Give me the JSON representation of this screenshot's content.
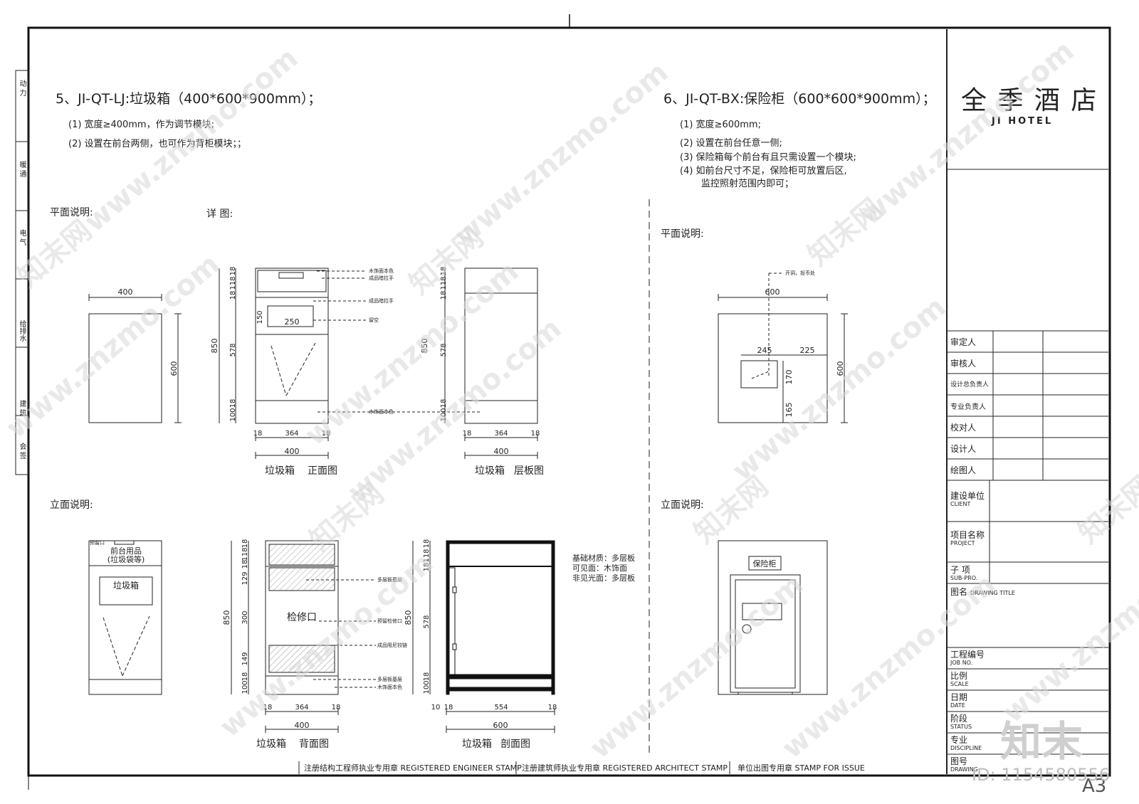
{
  "left_strip": [
    "动 力",
    "暖 通",
    "电 气",
    "给排水",
    "建 筑",
    "会 签"
  ],
  "section5": {
    "title": "5、JI-QT-LJ:垃圾箱（400*600*900mm）；",
    "notes": [
      "(1) 宽度≥400mm，作为调节模块;",
      "(2) 设置在前台两侧，也可作为背柜模块；；"
    ],
    "plan_label": "平面说明:",
    "detail_label": "详 图:",
    "elev_label": "立面说明:"
  },
  "section6": {
    "title": "6、JI-QT-BX:保险柜（600*600*900mm）；",
    "notes": [
      "(1) 宽度≥600mm;",
      "(2) 设置在前台任意一侧;",
      "(3) 保险箱每个前台有且只需设置一个模块;",
      "(4) 如前台尺寸不足，保险柜可放置后区,",
      "监控照射范围内即可；"
    ],
    "plan_label": "平面说明:",
    "elev_label": "立面说明:"
  },
  "drawings": {
    "plan5": {
      "width": "400",
      "depth": "600"
    },
    "front": {
      "caption_a": "垃圾箱",
      "caption_b": "正面图",
      "dims_left": [
        "18",
        "118",
        "18",
        "150",
        "578",
        "18",
        "100"
      ],
      "total": "850",
      "bottom": [
        "18",
        "364",
        "18"
      ],
      "overall": "400",
      "inner": "250",
      "notes": [
        "木饰面本色",
        "成品暗拉手",
        "成品暗拉手",
        "留空",
        "木饰面本色"
      ]
    },
    "shelf": {
      "caption_a": "垃圾箱",
      "caption_b": "层板图",
      "dims_left": [
        "18",
        "118",
        "18",
        "578",
        "18",
        "100"
      ],
      "total": "850",
      "bottom": [
        "18",
        "364",
        "18"
      ],
      "overall": "400"
    },
    "elev5": {
      "tag": "预留口",
      "top_text_1": "前台用品",
      "top_text_2": "(垃圾袋等)",
      "box_text": "垃圾箱"
    },
    "back": {
      "caption_a": "垃圾箱",
      "caption_b": "背面图",
      "dims_left": [
        "18",
        "118",
        "18",
        "129",
        "300",
        "149",
        "18",
        "100"
      ],
      "total": "850",
      "bottom": [
        "18",
        "364",
        "18"
      ],
      "overall": "400",
      "center_text": "检修口",
      "notes": [
        "多层板基层",
        "预留检修口",
        "成品阻尼铰链",
        "多层板基层",
        "木饰面本色"
      ]
    },
    "section": {
      "caption_a": "垃圾箱",
      "caption_b": "剖面图",
      "dims_left": [
        "18",
        "118",
        "18",
        "578",
        "18",
        "100"
      ],
      "total": "850",
      "bottom": [
        "10",
        "18",
        "554",
        "18"
      ],
      "overall": "600"
    },
    "materials": [
      "基础材质：多层板",
      "可见面：木饰面",
      "非见光面：多层板"
    ],
    "plan6": {
      "width": "600",
      "depth": "600",
      "w1": "245",
      "w2": "225",
      "h1": "170",
      "h2": "165",
      "note": "开洞，投币处"
    },
    "elev6": {
      "label": "保险柜"
    }
  },
  "stamps": [
    "注册结构工程师执业专用章 REGISTERED ENGINEER STAMP",
    "注册建筑师执业专用章 REGISTERED ARCHITECT STAMP",
    "单位出图专用章 STAMP FOR ISSUE"
  ],
  "title_block": {
    "brand_cn": "全 季 酒 店",
    "brand_en": "JI HOTEL",
    "signers": [
      "审定人",
      "审核人",
      "设计总负责人",
      "专业负责人",
      "校对人",
      "设计人",
      "绘图人"
    ],
    "fields": [
      {
        "cn": "建设单位",
        "en": "CLIENT"
      },
      {
        "cn": "项目名称",
        "en": "PROJECT"
      },
      {
        "cn": "子 项",
        "en": "SUB-PRO."
      },
      {
        "cn": "图名",
        "en": "DRAWING TITLE"
      },
      {
        "cn": "工程编号",
        "en": "JOB NO."
      },
      {
        "cn": "比例",
        "en": "SCALE"
      },
      {
        "cn": "日期",
        "en": "DATE"
      },
      {
        "cn": "阶段",
        "en": "STATUS"
      },
      {
        "cn": "专业",
        "en": "DISCIPLINE"
      },
      {
        "cn": "图号",
        "en": "DRAWING"
      }
    ]
  },
  "sheet_size": "A3",
  "watermark": {
    "site": "www.znzmo.com",
    "brand": "知末网",
    "logo": "知末",
    "id": "ID: 1154580556"
  }
}
